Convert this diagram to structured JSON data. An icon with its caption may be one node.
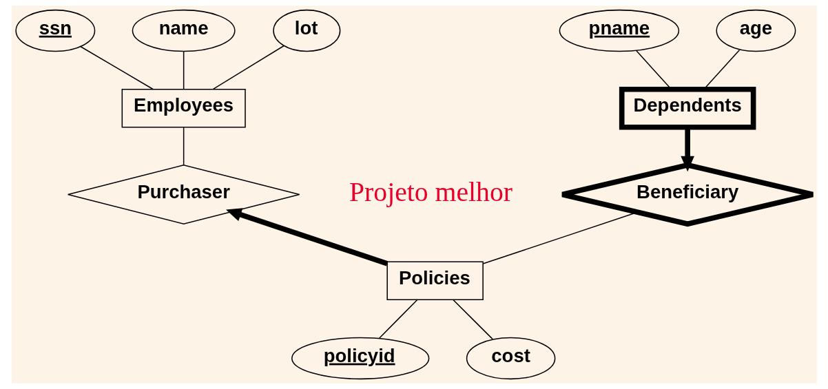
{
  "diagram": {
    "nodes": [
      {
        "text": [
          "ssn"
        ]
      },
      {
        "text": [
          "name"
        ]
      },
      {
        "text": [
          "lot"
        ]
      },
      {
        "text": [
          "Employees"
        ]
      },
      {
        "text": [
          "pname"
        ]
      },
      {
        "text": [
          "age"
        ]
      },
      {
        "text": [
          "Dependents"
        ]
      },
      {
        "text": [
          "Purchaser"
        ]
      },
      {
        "text": [
          "Beneficiary"
        ]
      },
      {
        "text": [
          "Policies"
        ]
      },
      {
        "text": [
          "policyid"
        ]
      },
      {
        "text": [
          "cost"
        ]
      }
    ],
    "edges": [
      {
        "from": 0,
        "to": 3,
        "arrow": "none"
      },
      {
        "from": 1,
        "to": 3,
        "arrow": "none"
      },
      {
        "from": 2,
        "to": 3,
        "arrow": "none"
      },
      {
        "from": 4,
        "to": 6,
        "arrow": "none"
      },
      {
        "from": 5,
        "to": 6,
        "arrow": "none"
      },
      {
        "from": 3,
        "to": 7,
        "arrow": "none"
      },
      {
        "from": 6,
        "to": 8,
        "arrow": "to",
        "style": "thick"
      },
      {
        "from": 9,
        "to": 7,
        "arrow": "to",
        "style": "thick"
      },
      {
        "from": 8,
        "to": 9,
        "arrow": "none"
      },
      {
        "from": 9,
        "to": 10,
        "arrow": "none"
      },
      {
        "from": 9,
        "to": 11,
        "arrow": "none"
      }
    ],
    "labels": [
      "Projeto melhor"
    ]
  }
}
